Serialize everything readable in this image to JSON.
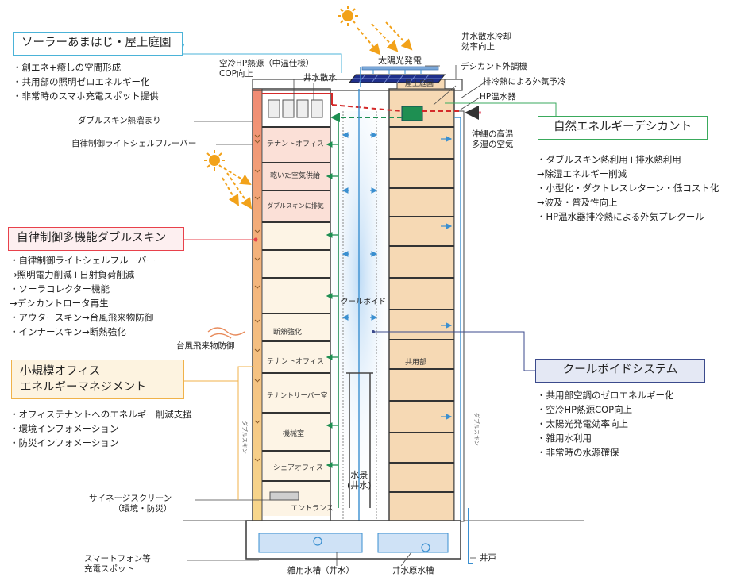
{
  "sections": {
    "solar": {
      "title": "ソーラーあまはじ・屋上庭園",
      "bullets": [
        "・創エネ+癒しの空間形成",
        "・共用部の照明ゼロエネルギー化",
        "・非常時のスマホ充電スポット提供"
      ],
      "color": "#4bb3d8"
    },
    "doubleskin": {
      "title": "自律制御多機能ダブルスキン",
      "bullets": [
        "・自律制御ライトシェルフルーバー",
        "→照明電力削減+日射負荷削減",
        "・ソーラコレクター機能",
        "→デシカントロータ再生",
        "・アウタースキン→台風飛来物防御",
        "・インナースキン→断熱強化"
      ],
      "color": "#e8414b"
    },
    "office": {
      "title_line1": "小規模オフィス",
      "title_line2": "エネルギーマネジメント",
      "bullets": [
        "・オフィステナントへのエネルギー削減支援",
        "・環境インフォメーション",
        "・防災インフォメーション"
      ],
      "color": "#f0b24a"
    },
    "desiccant": {
      "title": "自然エネルギーデシカント",
      "bullets": [
        "・ダブルスキン熱利用+排水熱利用",
        "→除湿エネルギー削減",
        "・小型化・ダクトレスレターン・低コスト化",
        "→波及・普及性向上",
        "・HP温水器排冷熱による外気プレクール"
      ],
      "color": "#3aaa5c"
    },
    "coolvoid": {
      "title": "クールボイドシステム",
      "bullets": [
        "・共用部空調のゼロエネルギー化",
        "・空冷HP熱源COP向上",
        "・太陽光発電効率向上",
        "・雑用水利用",
        "・非常時の水源確保"
      ],
      "color": "#3b4a8c"
    }
  },
  "labels": {
    "hp_source_line1": "空冷HP熱源（中温仕様）",
    "hp_source_line2": "COP向上",
    "well_spray": "井水散水",
    "well_cooling_line1": "井水散水冷却",
    "well_cooling_line2": "効率向上",
    "solar_power": "太陽光発電",
    "desiccant_unit": "デシカント外調機",
    "exhaust_precool": "排冷熱による外気予冷",
    "hp_heater": "HP温水器",
    "okinawa_line1": "沖縄の高温",
    "okinawa_line2": "多湿の空気",
    "double_skin_pool": "ダブルスキン熱溜まり",
    "louver": "自律制御ライトシェルフルーバー",
    "typhoon": "台風飛来物防御",
    "signage_line1": "サイネージスクリーン",
    "signage_line2": "（環境・防災）",
    "smartphone_line1": "スマートフォン等",
    "smartphone_line2": "充電スポット",
    "misc_tank": "雑用水槽（井水）",
    "well_tank": "井水原水槽",
    "well": "井戸",
    "waterscape_line1": "水景",
    "waterscape_line2": "(井水)",
    "cool_void": "クールボイド",
    "roof_garden": "屋上庭園"
  },
  "floors": {
    "tenant_office_top": "テナントオフィス",
    "dry_air": "乾いた空気供給",
    "ds_exhaust": "ダブルスキンに排気",
    "insulation": "断熱強化",
    "tenant_office_mid": "テナントオフィス",
    "tenant_server": "テナントサーバー室",
    "machine_room": "機械室",
    "share_office": "シェアオフィス",
    "entrance": "エントランス",
    "common": "共用部"
  },
  "colors": {
    "supply_green": "#1e8f52",
    "air_blue": "#3a8fd0",
    "hot_red": "#d42a2a",
    "warm_fill": "#f6d9b4",
    "pale_blue": "#dbe9f7",
    "sun_orange": "#f2a21a"
  }
}
